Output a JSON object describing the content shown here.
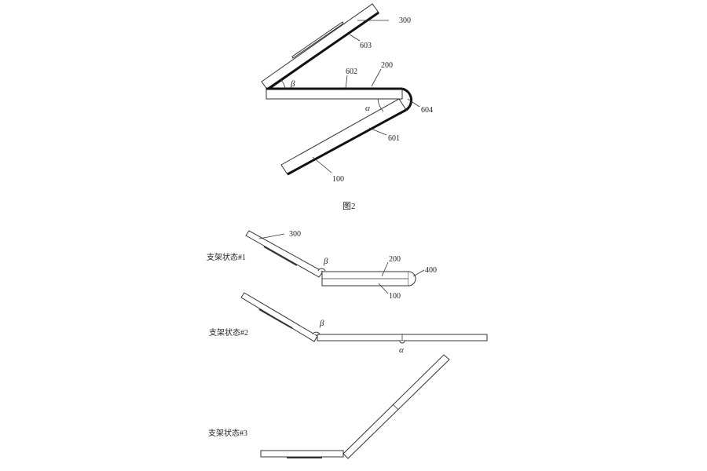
{
  "figure2": {
    "caption": "图2",
    "labels": {
      "l300": "300",
      "l603": "603",
      "l200": "200",
      "l602": "602",
      "l604": "604",
      "l601": "601",
      "l100": "100",
      "beta": "β",
      "alpha": "α"
    }
  },
  "figure3": {
    "state1": {
      "title": "支架状态#1",
      "l300": "300",
      "l200": "200",
      "l400": "400",
      "l100": "100",
      "beta": "β"
    },
    "state2": {
      "title": "支架状态#2",
      "beta": "β",
      "alpha": "α"
    },
    "state3": {
      "title": "支架状态#3"
    }
  }
}
